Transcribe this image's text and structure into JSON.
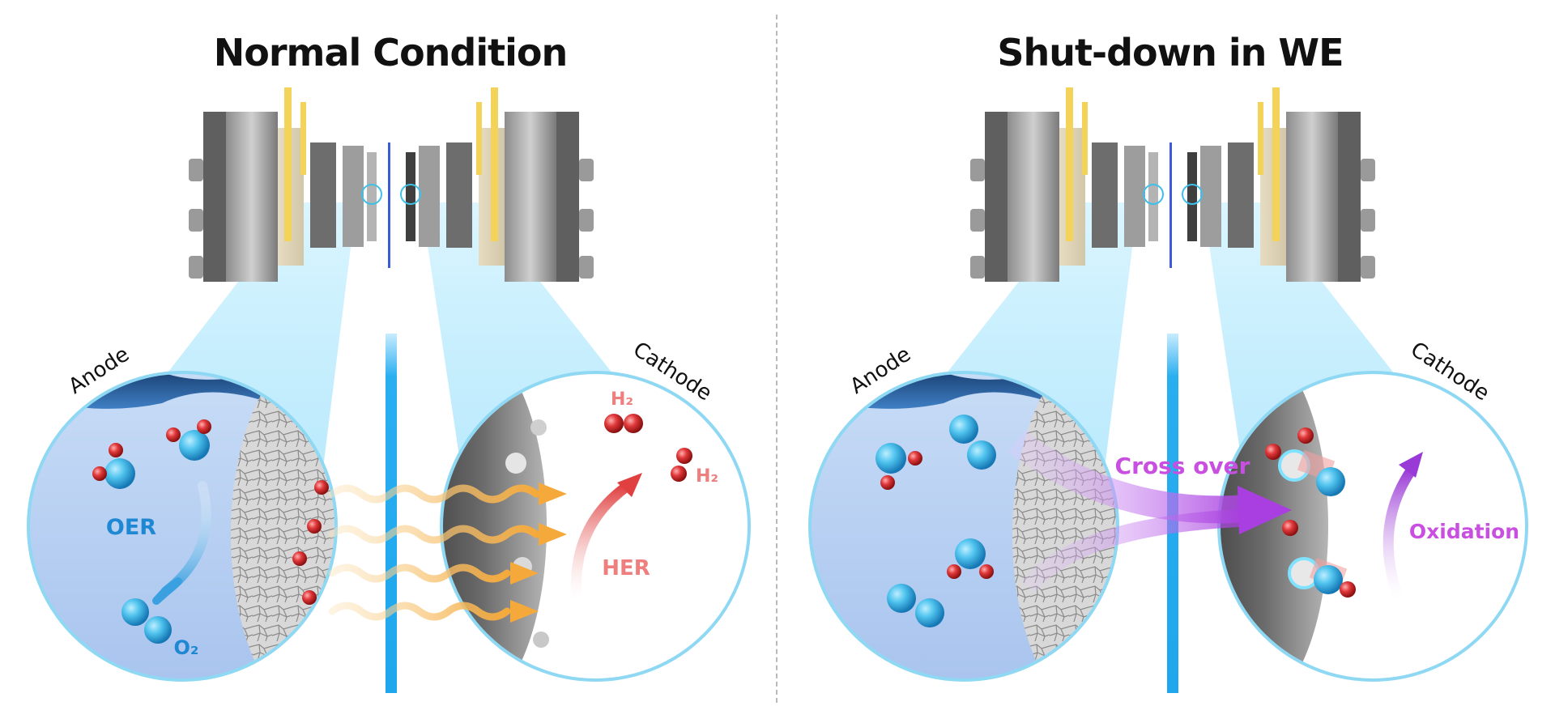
{
  "panels": {
    "left": {
      "title": "Normal Condition",
      "anode_label": "Anode",
      "cathode_label": "Cathode",
      "reaction_anode": "OER",
      "product_anode": "O₂",
      "reaction_cathode": "HER",
      "product_cathode_1": "H₂",
      "product_cathode_2": "H₂"
    },
    "right": {
      "title": "Shut-down in WE",
      "anode_label": "Anode",
      "cathode_label": "Cathode",
      "crossover_label": "Cross over",
      "oxidation_label": "Oxidation"
    }
  },
  "colors": {
    "oer": "#1e88d2",
    "her": "#ef7f7f",
    "purple": "#c84fe0",
    "membrane": "#29aef0",
    "oxygen": "#d42a2a",
    "hydrogen": "#4fc3ee",
    "orange": "#f5a93a"
  }
}
